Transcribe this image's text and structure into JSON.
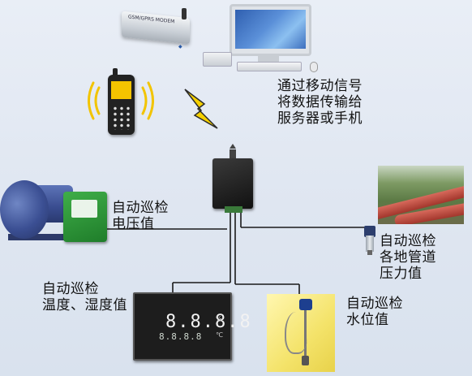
{
  "labels": {
    "transmit": [
      "通过移动信号",
      "将数据传输给",
      "服务器或手机"
    ],
    "voltage": [
      "自动巡检",
      "电压值"
    ],
    "pressure": [
      "自动巡检",
      "各地管道",
      "压力值"
    ],
    "temp_humidity": [
      "自动巡检",
      "温度、湿度值"
    ],
    "water_level": [
      "自动巡检",
      "水位值"
    ]
  },
  "modem": {
    "text": "GSM/GPRS MODEM"
  },
  "meter": {
    "digits": "8.8.8.8",
    "digits2": "8.8.8.8"
  },
  "colors": {
    "background": "#e2e8f2",
    "wire": "#1a1a1a",
    "lightning": "#f5d000",
    "signal_waves": "#f2c400"
  }
}
